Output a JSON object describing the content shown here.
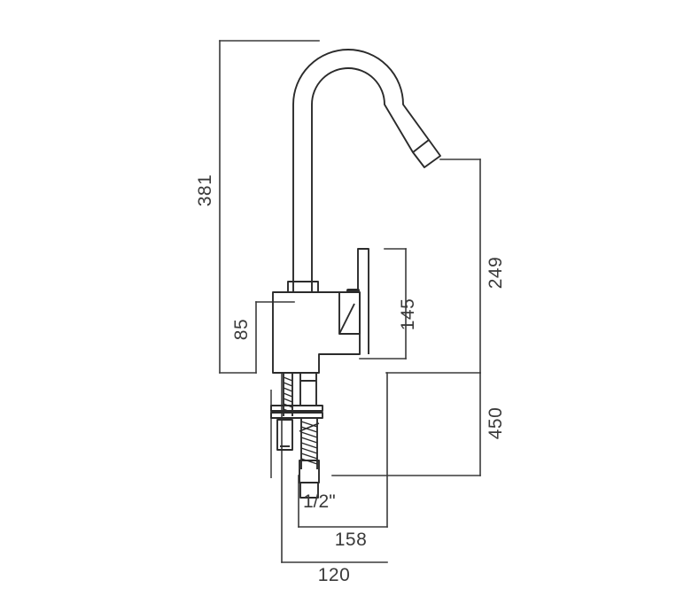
{
  "drawing": {
    "title": "Kitchen mixer tap dimensional drawing",
    "units": "mm",
    "line_color": "#3a3a3a",
    "background_color": "#ffffff",
    "dimensions": {
      "overall_height": "381",
      "body_height": "85",
      "spout_reach_height": "249",
      "handle_height": "145",
      "hose_length": "450",
      "spout_projection": "158",
      "base_depth": "120",
      "connection_size": "1/2\""
    },
    "labels": {
      "height_381": "381",
      "height_85": "85",
      "height_249": "249",
      "height_145": "145",
      "height_450": "450",
      "width_158": "158",
      "width_120": "120",
      "thread_size": "1/2\""
    }
  }
}
